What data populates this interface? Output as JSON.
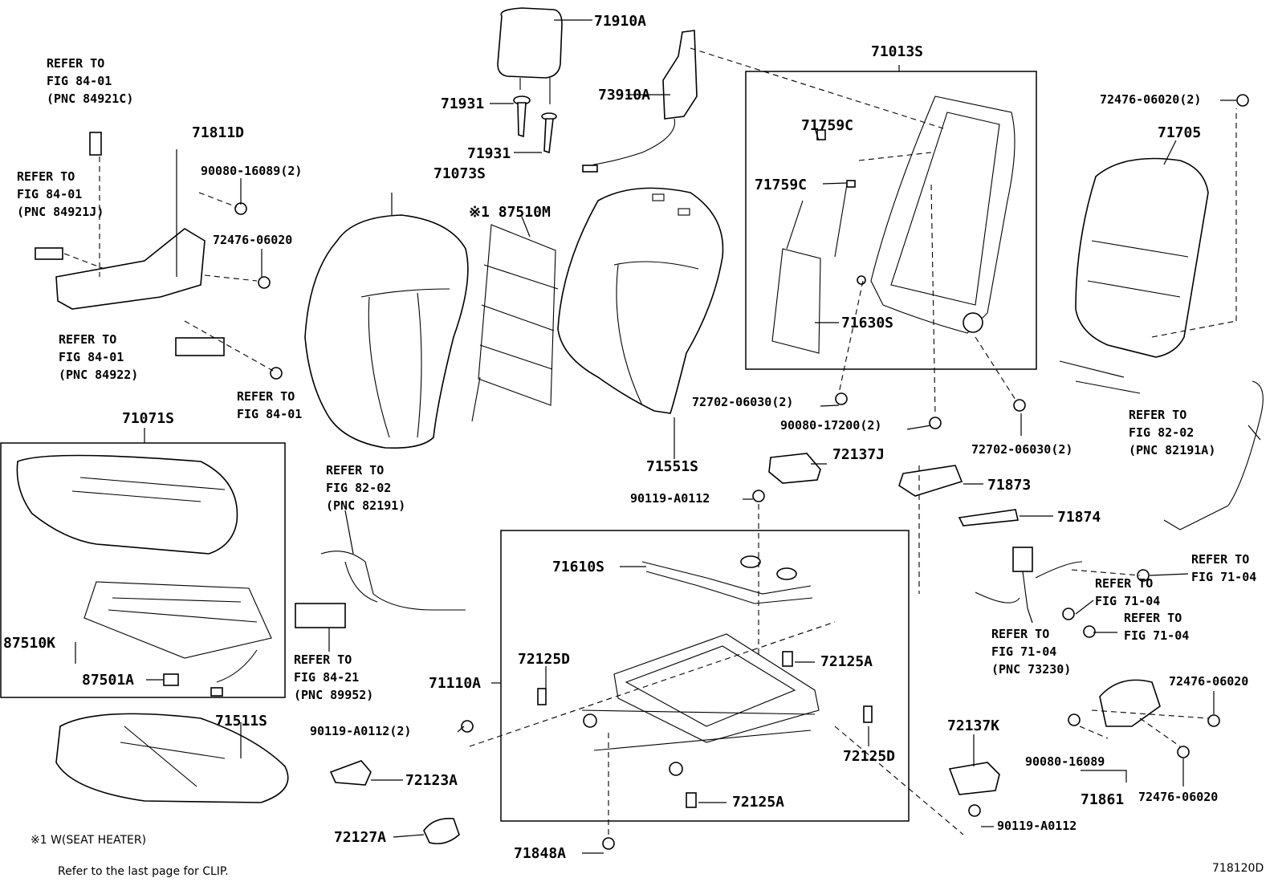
{
  "labels": {
    "p71910A": "71910A",
    "p73910A": "73910A",
    "p71931a": "71931",
    "p71931b": "71931",
    "p71013S": "71013S",
    "p71759Ca": "71759C",
    "p71759Cb": "71759C",
    "p71630S": "71630S",
    "p72476_06020_2_top": "72476-06020(2)",
    "p71705": "71705",
    "p71811D": "71811D",
    "p90080_16089_2": "90080-16089(2)",
    "p72476_06020_left": "72476-06020",
    "p71073S": "71073S",
    "p87510M": "※1 87510M",
    "p72702_06030_2a": "72702-06030(2)",
    "p90080_17200_2": "90080-17200(2)",
    "p72702_06030_2b": "72702-06030(2)",
    "p71551S": "71551S",
    "p72137J": "72137J",
    "p71071S": "71071S",
    "p90119_A0112_top": "90119-A0112",
    "p71873": "71873",
    "p71874": "71874",
    "p71610S": "71610S",
    "p87510K": "87510K",
    "p87501A": "87501A",
    "p72125D_left": "72125D",
    "p72125A_right": "72125A",
    "p71110A": "71110A",
    "p90119_A0112_2": "90119-A0112(2)",
    "p71511S": "71511S",
    "p72123A": "72123A",
    "p72125D_right": "72125D",
    "p72125A_bottom": "72125A",
    "p72137K": "72137K",
    "p72476_06020_r1": "72476-06020",
    "p90080_16089": "90080-16089",
    "p72476_06020_r2": "72476-06020",
    "p71861": "71861",
    "p90119_A0112_bottom": "90119-A0112",
    "p72127A": "72127A",
    "p71848A": "71848A"
  },
  "refs": {
    "r1": [
      "REFER TO",
      "FIG 84-01",
      "(PNC 84921C)"
    ],
    "r2": [
      "REFER TO",
      "FIG 84-01",
      "(PNC 84921J)"
    ],
    "r3": [
      "REFER TO",
      "FIG 84-01",
      "(PNC 84922)"
    ],
    "r4": [
      "REFER TO",
      "FIG 84-01"
    ],
    "r5": [
      "REFER TO",
      "FIG 82-02",
      "(PNC 82191)"
    ],
    "r6": [
      "REFER TO",
      "FIG 84-21",
      "(PNC 89952)"
    ],
    "r7": [
      "REFER TO",
      "FIG 82-02",
      "(PNC 82191A)"
    ],
    "r8": [
      "REFER TO",
      "FIG 71-04"
    ],
    "r9": [
      "REFER TO",
      "FIG 71-04"
    ],
    "r10": [
      "REFER TO",
      "FIG 71-04"
    ],
    "r11": [
      "REFER TO",
      "FIG 71-04",
      "(PNC 73230)"
    ]
  },
  "footer": {
    "heater_note": "※1 W(SEAT HEATER)",
    "clip_note": "Refer to the last page for CLIP.",
    "figure_code": "718120D"
  }
}
